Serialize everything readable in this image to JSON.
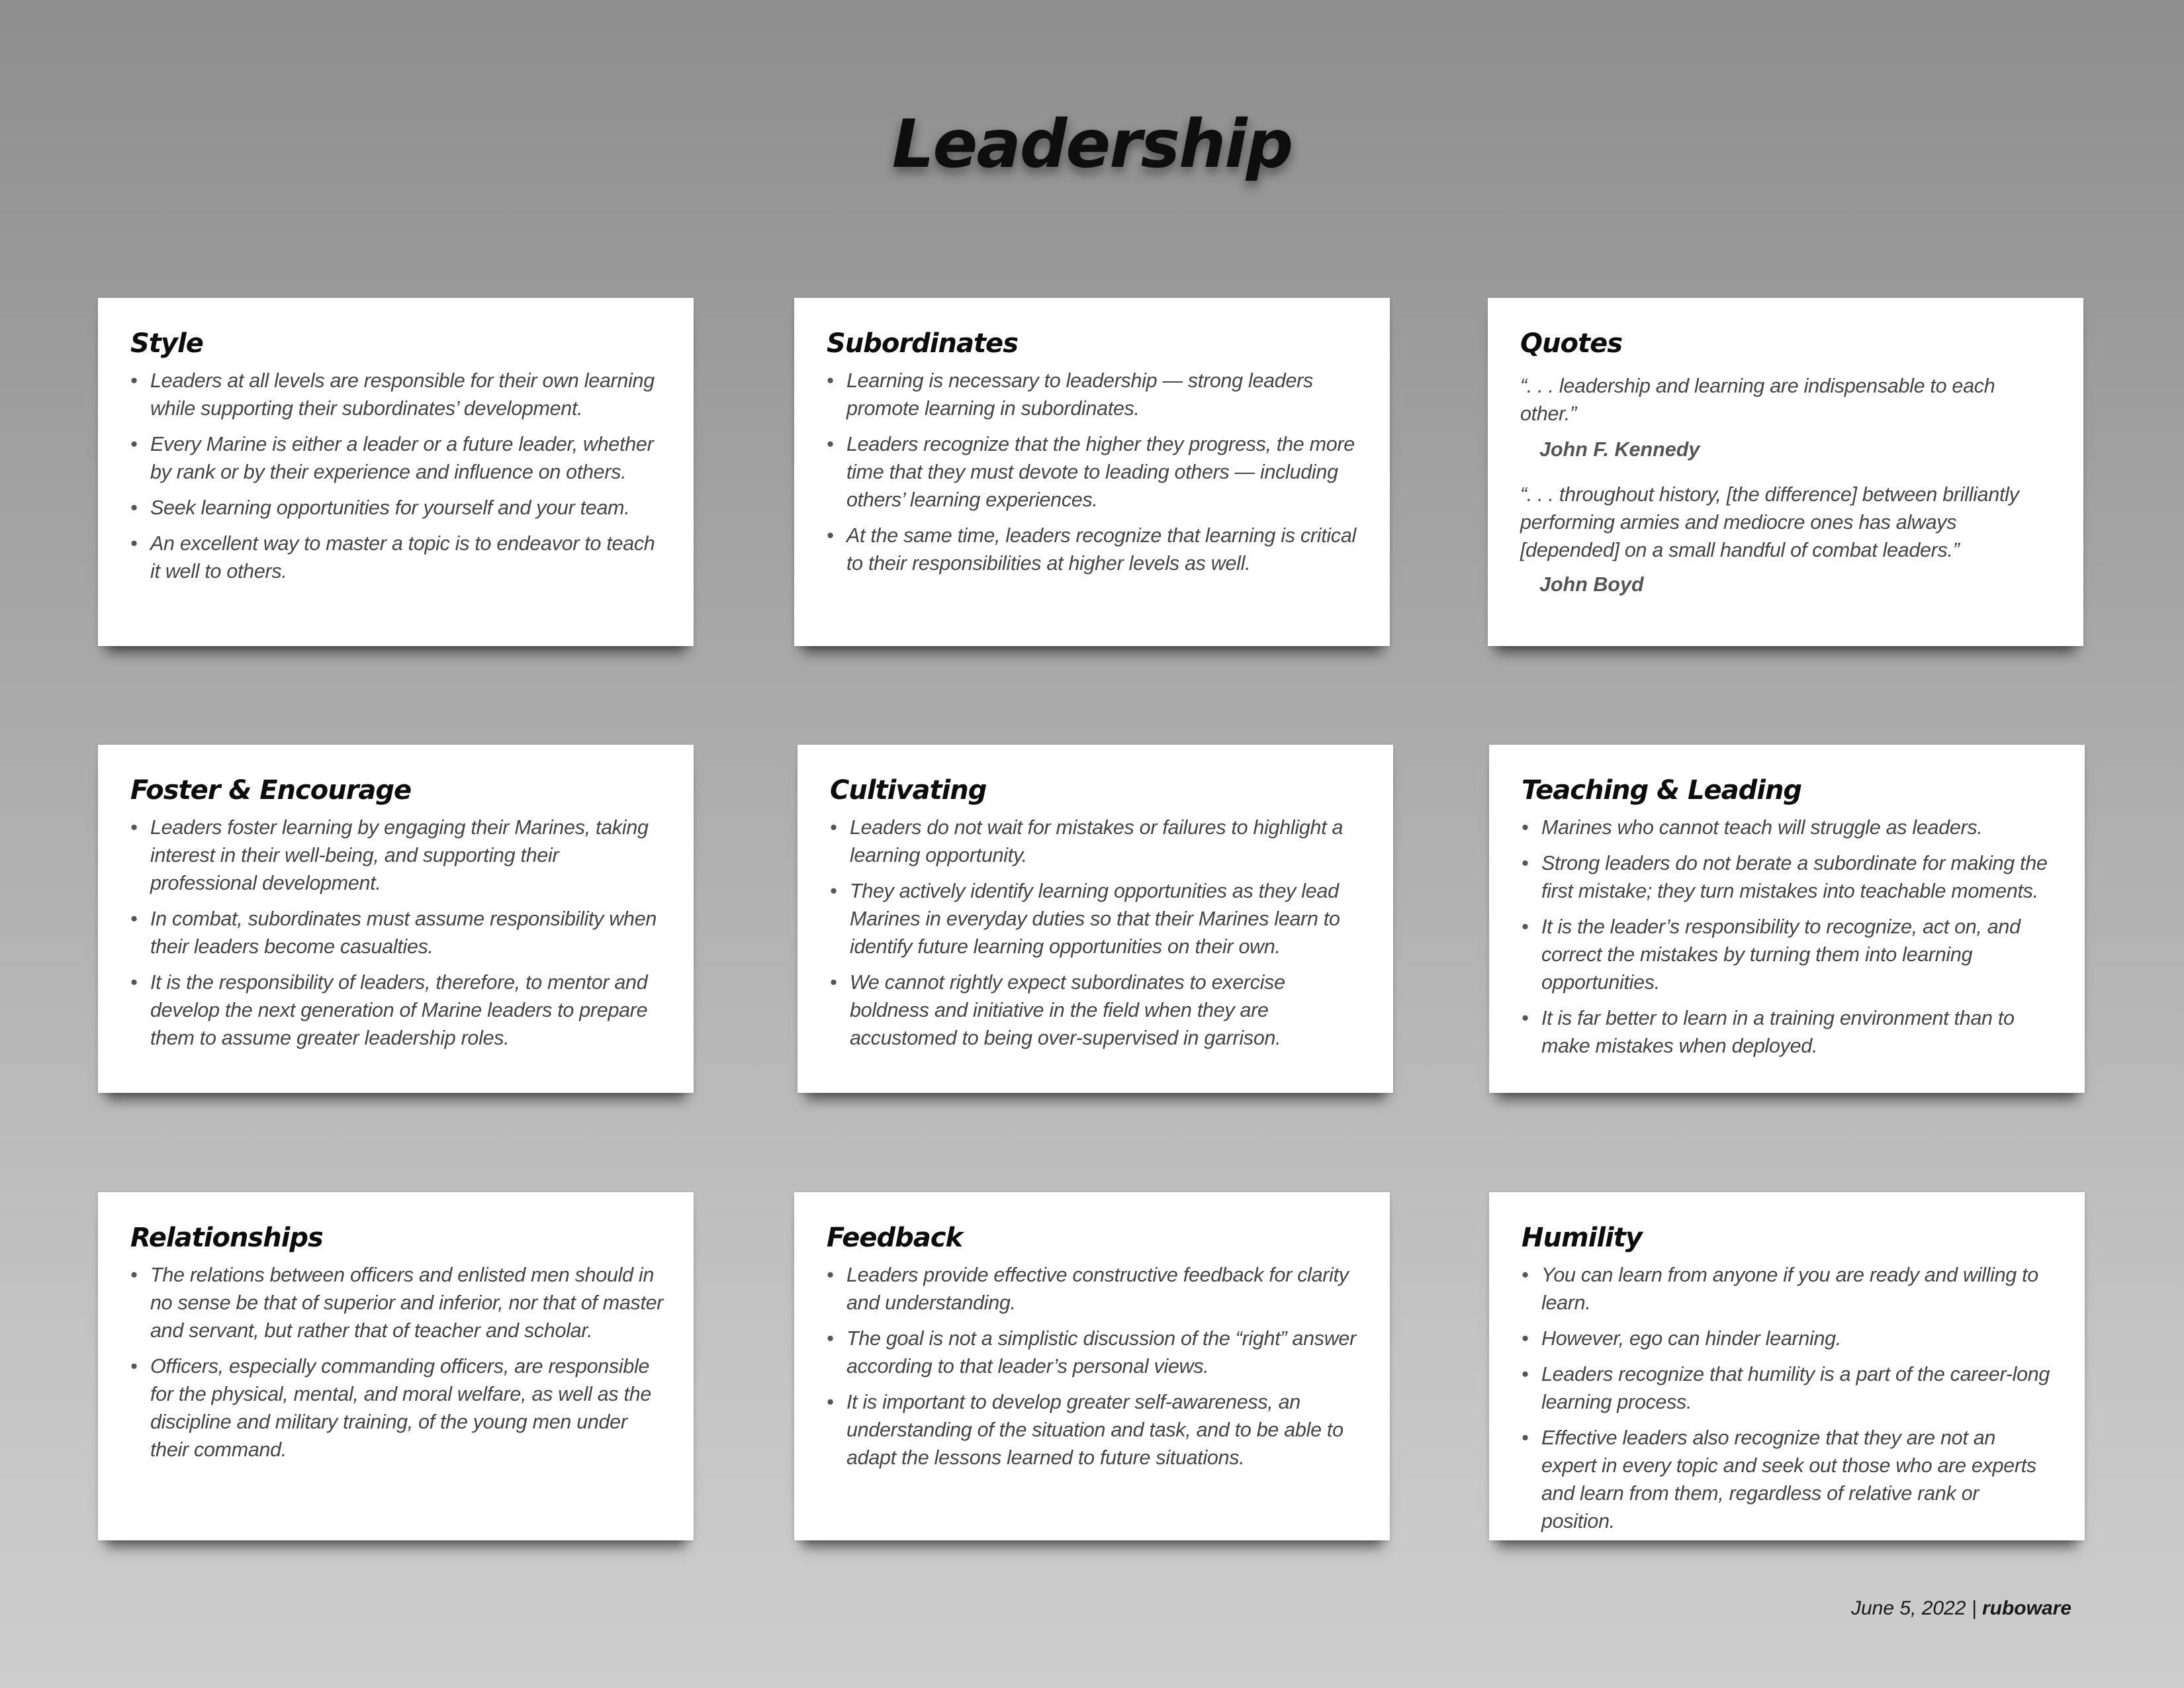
{
  "title": "Leadership",
  "cards": {
    "style": {
      "heading": "Style",
      "items": [
        "Leaders at all levels are responsible for their own learning while supporting their subordinates’ development.",
        "Every Marine is either a leader or a future leader, whether by rank or by their experience and influence on others.",
        "Seek learning opportunities for yourself and your team.",
        "An excellent way to master a topic is to endeavor to teach it well to others."
      ]
    },
    "subordinates": {
      "heading": "Subordinates",
      "items": [
        "Learning is necessary to leadership — strong leaders promote learning in subordinates.",
        "Leaders recognize that the higher they progress, the more time that they must devote to leading others — including others’ learning experiences.",
        "At the same time, leaders recognize that learning is critical to their responsibilities at higher levels as well."
      ]
    },
    "quotes": {
      "heading": "Quotes",
      "entries": [
        {
          "text": "“. . . leadership and learning are indispensable to each other.”",
          "author": "John F. Kennedy"
        },
        {
          "text": "“. . . throughout history, [the difference] between brilliantly performing armies and mediocre ones has always [depended] on a small handful of combat leaders.”",
          "author": "John Boyd"
        }
      ]
    },
    "foster": {
      "heading": "Foster & Encourage",
      "items": [
        "Leaders foster learning by engaging their Marines, taking interest in their well-being, and supporting their professional development.",
        "In combat, subordinates must assume responsibility when their leaders become casualties.",
        "It is the responsibility of leaders, therefore, to mentor and develop the next generation of Marine leaders to prepare them to assume greater leadership roles."
      ]
    },
    "cultivating": {
      "heading": "Cultivating",
      "items": [
        "Leaders do not wait for mistakes or failures to highlight a learning opportunity.",
        "They actively identify learning opportunities as they lead Marines in everyday duties so that their Marines learn to identify future learning opportunities on their own.",
        "We cannot rightly expect subordinates to exercise boldness and initiative in the field when they are accustomed to being over-supervised in garrison."
      ]
    },
    "teaching": {
      "heading": "Teaching & Leading",
      "items": [
        "Marines who cannot teach will struggle as leaders.",
        "Strong leaders do not berate a subordinate for making the first mistake; they turn mistakes into teachable moments.",
        "It is the leader’s responsibility to recognize, act on, and correct the mistakes by turning them into learning opportunities.",
        "It is far better to learn in a training environment than to make mistakes when deployed."
      ]
    },
    "relationships": {
      "heading": "Relationships",
      "items": [
        "The relations between officers and enlisted men should in no sense be that of superior and inferior, nor that of master and servant, but rather that of teacher and scholar.",
        "Officers, especially commanding officers, are responsible for the physical, mental, and moral welfare, as well as the discipline and military training, of the young men under their command."
      ]
    },
    "feedback": {
      "heading": "Feedback",
      "items": [
        "Leaders provide effective constructive feedback for clarity and understanding.",
        "The goal is not a simplistic discussion of the “right” answer according to that leader’s personal views.",
        "It is important to develop greater self-awareness, an understanding of the situation and task, and to be able to adapt the lessons learned to future situations."
      ]
    },
    "humility": {
      "heading": "Humility",
      "items": [
        "You can learn from anyone if you are ready and willing to learn.",
        "However, ego can hinder learning.",
        "Leaders recognize that humility is a part of the career-long learning process.",
        "Effective leaders also recognize that they are not an expert in every topic and seek out those who are experts and learn from them, regardless of relative rank or position."
      ]
    }
  },
  "footer": {
    "date": "June 5, 2022",
    "separator": "|",
    "brand": "ruboware"
  }
}
